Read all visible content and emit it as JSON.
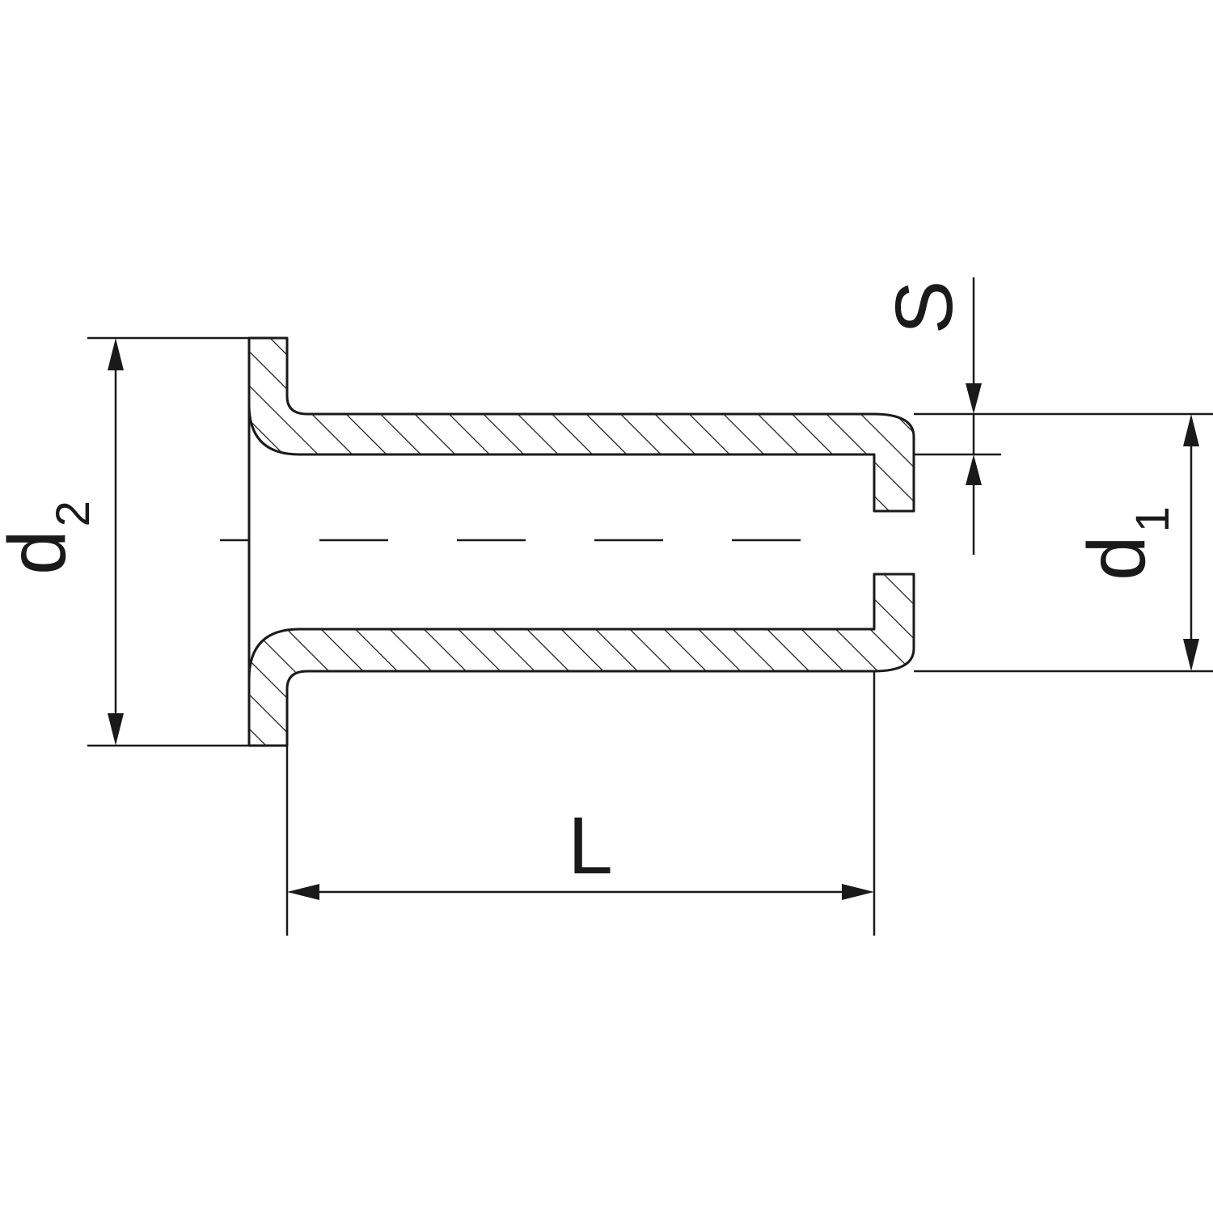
{
  "labels": {
    "d2": {
      "main": "d",
      "sub": "2"
    },
    "d1": {
      "main": "d",
      "sub": "1"
    },
    "s": "S",
    "l": "L"
  },
  "colors": {
    "line": "#1a1a1a",
    "background": "#ffffff"
  }
}
